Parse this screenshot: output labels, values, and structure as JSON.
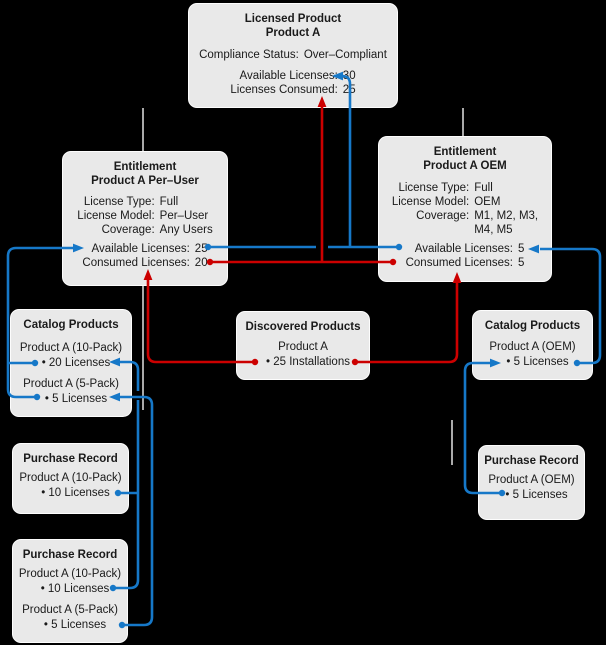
{
  "colors": {
    "background": "#000000",
    "box_fill": "#e9e9e9",
    "box_border": "#fdfdfd",
    "text": "#1a1a1a",
    "blue_flow": "#1678c8",
    "red_flow": "#cc0000",
    "structural_line": "#f2f2f2"
  },
  "licensed_product": {
    "title1": "Licensed Product",
    "title2": "Product A",
    "compliance_label": "Compliance Status:",
    "compliance_value": "Over–Compliant",
    "counts": [
      {
        "label": "Available Licenses:",
        "value": "30"
      },
      {
        "label": "Licenses Consumed:",
        "value": "25"
      }
    ]
  },
  "entitlement_per_user": {
    "title1": "Entitlement",
    "title2": "Product A Per–User",
    "attrs": [
      {
        "label": "License Type:",
        "value": "Full"
      },
      {
        "label": "License Model:",
        "value": "Per–User"
      },
      {
        "label": "Coverage:",
        "value": "Any Users"
      }
    ],
    "counts": [
      {
        "label": "Available Licenses:",
        "value": "25"
      },
      {
        "label": "Consumed Licenses:",
        "value": "20"
      }
    ]
  },
  "entitlement_oem": {
    "title1": "Entitlement",
    "title2": "Product A OEM",
    "attrs": [
      {
        "label": "License Type:",
        "value": "Full"
      },
      {
        "label": "License Model:",
        "value": "OEM"
      },
      {
        "label": "Coverage:",
        "value": "M1, M2, M3,"
      },
      {
        "label": "",
        "value": "M4, M5"
      }
    ],
    "counts": [
      {
        "label": "Available Licenses:",
        "value": "5"
      },
      {
        "label": "Consumed Licenses:",
        "value": "5"
      }
    ]
  },
  "catalog_left": {
    "title": "Catalog Products",
    "items": [
      {
        "name": "Product A (10-Pack)",
        "detail": "• 20 Licenses"
      },
      {
        "name": "Product A (5-Pack)",
        "detail": "• 5 Licenses"
      }
    ]
  },
  "discovered": {
    "title": "Discovered Products",
    "items": [
      {
        "name": "Product A",
        "detail": "• 25 Installations"
      }
    ]
  },
  "catalog_right": {
    "title": "Catalog Products",
    "items": [
      {
        "name": "Product A (OEM)",
        "detail": "• 5 Licenses"
      }
    ]
  },
  "purchase_left_top": {
    "title": "Purchase Record",
    "items": [
      {
        "name": "Product A (10-Pack)",
        "detail": "• 10 Licenses"
      }
    ]
  },
  "purchase_left_bottom": {
    "title": "Purchase Record",
    "items": [
      {
        "name": "Product A (10-Pack)",
        "detail": "• 10 Licenses"
      },
      {
        "name": "Product A (5-Pack)",
        "detail": "• 5 Licenses"
      }
    ]
  },
  "purchase_right": {
    "title": "Purchase Record",
    "items": [
      {
        "name": "Product A (OEM)",
        "detail": "• 5 Licenses"
      }
    ]
  }
}
